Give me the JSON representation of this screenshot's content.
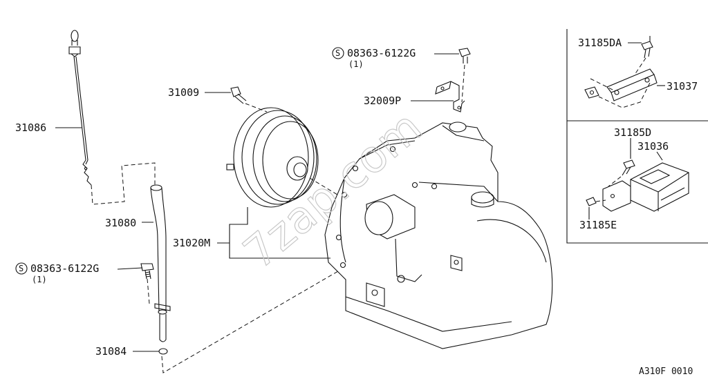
{
  "diagram": {
    "watermark": "7zap.com",
    "figure_code": "A310F 0010",
    "parts": {
      "p31086": "31086",
      "p31080": "31080",
      "p31084": "31084",
      "p31009": "31009",
      "p31020m": "31020M",
      "p32009p": "32009P",
      "p31185da": "31185DA",
      "p31037": "31037",
      "p31185d": "31185D",
      "p31036": "31036",
      "p31185e": "31185E"
    },
    "bolts": [
      {
        "number": "08363-6122G",
        "quantity": "(1)",
        "symbol": "S"
      },
      {
        "number": "08363-6122G",
        "quantity": "(1)",
        "symbol": "S"
      }
    ]
  }
}
